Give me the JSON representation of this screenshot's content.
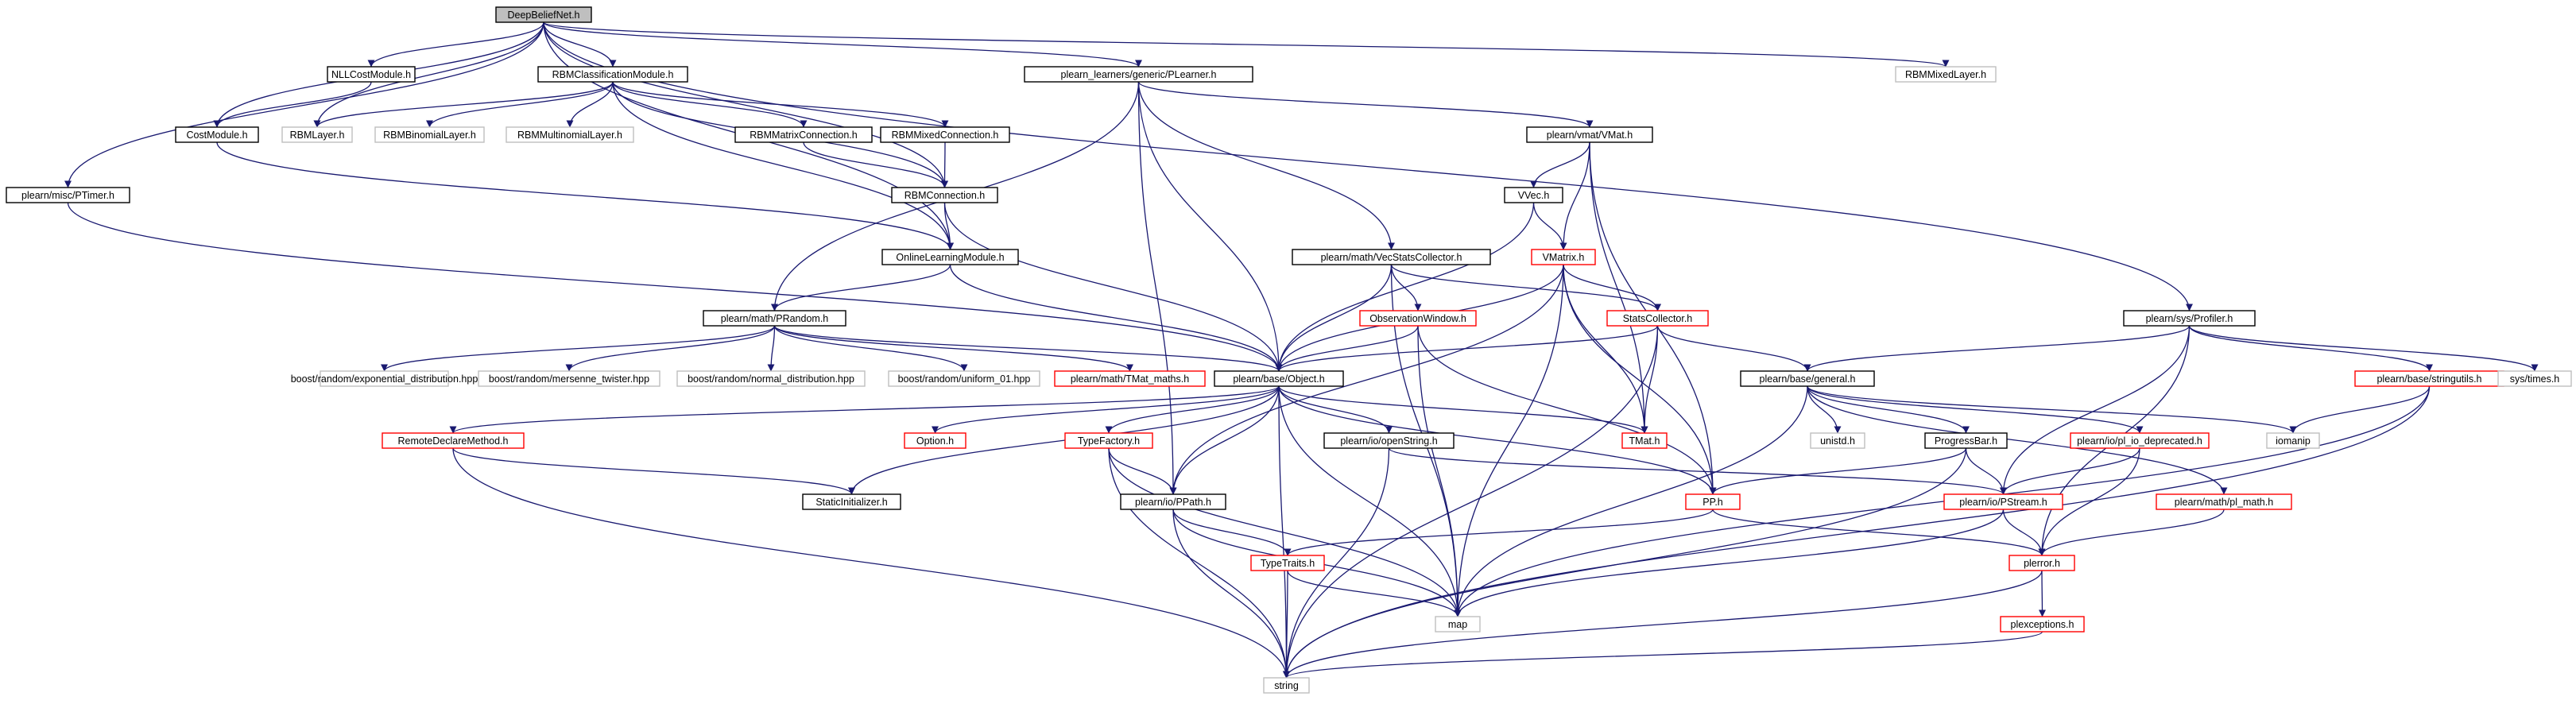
{
  "graph": {
    "colors": {
      "edge": "#191970",
      "root_fill": "#bfbfbf",
      "normal_border": "#000000",
      "missing_border": "#ff0000",
      "external_border": "#bfbfbf",
      "text": "#000000"
    },
    "nodes": [
      {
        "id": "deepbeliefnet",
        "label": "DeepBeliefNet.h",
        "kind": "root"
      },
      {
        "id": "nllcostmodule",
        "label": "NLLCostModule.h",
        "kind": "normal"
      },
      {
        "id": "rbmclassificationmodule",
        "label": "RBMClassificationModule.h",
        "kind": "normal"
      },
      {
        "id": "plearner",
        "label": "plearn_learners/generic/PLearner.h",
        "kind": "normal"
      },
      {
        "id": "rbmmixedlayer",
        "label": "RBMMixedLayer.h",
        "kind": "external"
      },
      {
        "id": "costmodule",
        "label": "CostModule.h",
        "kind": "normal"
      },
      {
        "id": "rbmlayer",
        "label": "RBMLayer.h",
        "kind": "external"
      },
      {
        "id": "rbmbinomiallayer",
        "label": "RBMBinomialLayer.h",
        "kind": "external"
      },
      {
        "id": "rbmmultinomiallayer",
        "label": "RBMMultinomialLayer.h",
        "kind": "external"
      },
      {
        "id": "rbmmatrixconnection",
        "label": "RBMMatrixConnection.h",
        "kind": "normal"
      },
      {
        "id": "rbmmixedconnection",
        "label": "RBMMixedConnection.h",
        "kind": "normal"
      },
      {
        "id": "vmat",
        "label": "plearn/vmat/VMat.h",
        "kind": "normal"
      },
      {
        "id": "ptimer",
        "label": "plearn/misc/PTimer.h",
        "kind": "normal"
      },
      {
        "id": "rbmconnection",
        "label": "RBMConnection.h",
        "kind": "normal"
      },
      {
        "id": "vvec",
        "label": "VVec.h",
        "kind": "normal"
      },
      {
        "id": "onlinelearningmodule",
        "label": "OnlineLearningModule.h",
        "kind": "normal"
      },
      {
        "id": "vecstatscollector",
        "label": "plearn/math/VecStatsCollector.h",
        "kind": "normal"
      },
      {
        "id": "vmatrix",
        "label": "VMatrix.h",
        "kind": "missing"
      },
      {
        "id": "profiler",
        "label": "plearn/sys/Profiler.h",
        "kind": "normal"
      },
      {
        "id": "prandom",
        "label": "plearn/math/PRandom.h",
        "kind": "normal"
      },
      {
        "id": "observationwindow",
        "label": "ObservationWindow.h",
        "kind": "missing"
      },
      {
        "id": "statscollector",
        "label": "StatsCollector.h",
        "kind": "missing"
      },
      {
        "id": "stringutils",
        "label": "plearn/base/stringutils.h",
        "kind": "missing"
      },
      {
        "id": "systimes",
        "label": "sys/times.h",
        "kind": "external"
      },
      {
        "id": "exponential",
        "label": "boost/random/exponential_distribution.hpp",
        "kind": "external"
      },
      {
        "id": "mersenne",
        "label": "boost/random/mersenne_twister.hpp",
        "kind": "external"
      },
      {
        "id": "normal",
        "label": "boost/random/normal_distribution.hpp",
        "kind": "external"
      },
      {
        "id": "uniform01",
        "label": "boost/random/uniform_01.hpp",
        "kind": "external"
      },
      {
        "id": "tmatmaths",
        "label": "plearn/math/TMat_maths.h",
        "kind": "missing"
      },
      {
        "id": "object",
        "label": "plearn/base/Object.h",
        "kind": "normal"
      },
      {
        "id": "general",
        "label": "plearn/base/general.h",
        "kind": "normal"
      },
      {
        "id": "remotedeclaremethod",
        "label": "RemoteDeclareMethod.h",
        "kind": "missing"
      },
      {
        "id": "option",
        "label": "Option.h",
        "kind": "missing"
      },
      {
        "id": "typefactory",
        "label": "TypeFactory.h",
        "kind": "missing"
      },
      {
        "id": "openstring",
        "label": "plearn/io/openString.h",
        "kind": "normal"
      },
      {
        "id": "tmat",
        "label": "TMat.h",
        "kind": "missing"
      },
      {
        "id": "unistd",
        "label": "unistd.h",
        "kind": "external"
      },
      {
        "id": "progressbar",
        "label": "ProgressBar.h",
        "kind": "normal"
      },
      {
        "id": "pliodeprecated",
        "label": "plearn/io/pl_io_deprecated.h",
        "kind": "missing"
      },
      {
        "id": "iomanip",
        "label": "iomanip",
        "kind": "external"
      },
      {
        "id": "staticinitializer",
        "label": "StaticInitializer.h",
        "kind": "normal"
      },
      {
        "id": "ppath",
        "label": "plearn/io/PPath.h",
        "kind": "normal"
      },
      {
        "id": "pp",
        "label": "PP.h",
        "kind": "missing"
      },
      {
        "id": "pstream",
        "label": "plearn/io/PStream.h",
        "kind": "missing"
      },
      {
        "id": "plmath",
        "label": "plearn/math/pl_math.h",
        "kind": "missing"
      },
      {
        "id": "typetraits",
        "label": "TypeTraits.h",
        "kind": "missing"
      },
      {
        "id": "plerror",
        "label": "plerror.h",
        "kind": "missing"
      },
      {
        "id": "map",
        "label": "map",
        "kind": "external"
      },
      {
        "id": "plexceptions",
        "label": "plexceptions.h",
        "kind": "missing"
      },
      {
        "id": "string",
        "label": "string",
        "kind": "external"
      }
    ],
    "edges": [
      [
        "deepbeliefnet",
        "nllcostmodule"
      ],
      [
        "deepbeliefnet",
        "rbmclassificationmodule"
      ],
      [
        "deepbeliefnet",
        "plearner"
      ],
      [
        "deepbeliefnet",
        "rbmmixedlayer"
      ],
      [
        "deepbeliefnet",
        "costmodule"
      ],
      [
        "deepbeliefnet",
        "rbmlayer"
      ],
      [
        "deepbeliefnet",
        "ptimer"
      ],
      [
        "deepbeliefnet",
        "rbmconnection"
      ],
      [
        "deepbeliefnet",
        "onlinelearningmodule"
      ],
      [
        "deepbeliefnet",
        "profiler"
      ],
      [
        "nllcostmodule",
        "costmodule"
      ],
      [
        "costmodule",
        "onlinelearningmodule"
      ],
      [
        "rbmclassificationmodule",
        "rbmlayer"
      ],
      [
        "rbmclassificationmodule",
        "rbmbinomiallayer"
      ],
      [
        "rbmclassificationmodule",
        "rbmmultinomiallayer"
      ],
      [
        "rbmclassificationmodule",
        "rbmmatrixconnection"
      ],
      [
        "rbmclassificationmodule",
        "rbmmixedconnection"
      ],
      [
        "rbmclassificationmodule",
        "rbmconnection"
      ],
      [
        "rbmclassificationmodule",
        "onlinelearningmodule"
      ],
      [
        "rbmmatrixconnection",
        "rbmconnection"
      ],
      [
        "rbmmixedconnection",
        "rbmconnection"
      ],
      [
        "rbmconnection",
        "onlinelearningmodule"
      ],
      [
        "rbmconnection",
        "object"
      ],
      [
        "onlinelearningmodule",
        "prandom"
      ],
      [
        "onlinelearningmodule",
        "object"
      ],
      [
        "ptimer",
        "object"
      ],
      [
        "plearner",
        "vmat"
      ],
      [
        "plearner",
        "vecstatscollector"
      ],
      [
        "plearner",
        "prandom"
      ],
      [
        "plearner",
        "object"
      ],
      [
        "plearner",
        "ppath"
      ],
      [
        "vmat",
        "vvec"
      ],
      [
        "vmat",
        "vmatrix"
      ],
      [
        "vmat",
        "tmat"
      ],
      [
        "vmat",
        "pp"
      ],
      [
        "vvec",
        "vmatrix"
      ],
      [
        "vvec",
        "object"
      ],
      [
        "vecstatscollector",
        "observationwindow"
      ],
      [
        "vecstatscollector",
        "statscollector"
      ],
      [
        "vecstatscollector",
        "object"
      ],
      [
        "vecstatscollector",
        "map"
      ],
      [
        "vmatrix",
        "statscollector"
      ],
      [
        "vmatrix",
        "object"
      ],
      [
        "vmatrix",
        "tmat"
      ],
      [
        "vmatrix",
        "pp"
      ],
      [
        "vmatrix",
        "map"
      ],
      [
        "vmatrix",
        "ppath"
      ],
      [
        "observationwindow",
        "object"
      ],
      [
        "observationwindow",
        "pp"
      ],
      [
        "observationwindow",
        "map"
      ],
      [
        "statscollector",
        "object"
      ],
      [
        "statscollector",
        "general"
      ],
      [
        "statscollector",
        "tmat"
      ],
      [
        "statscollector",
        "string"
      ],
      [
        "profiler",
        "general"
      ],
      [
        "profiler",
        "stringutils"
      ],
      [
        "profiler",
        "systimes"
      ],
      [
        "profiler",
        "pstream"
      ],
      [
        "profiler",
        "plerror"
      ],
      [
        "stringutils",
        "iomanip"
      ],
      [
        "stringutils",
        "map"
      ],
      [
        "stringutils",
        "string"
      ],
      [
        "prandom",
        "exponential"
      ],
      [
        "prandom",
        "mersenne"
      ],
      [
        "prandom",
        "normal"
      ],
      [
        "prandom",
        "uniform01"
      ],
      [
        "prandom",
        "tmatmaths"
      ],
      [
        "prandom",
        "object"
      ],
      [
        "object",
        "remotedeclaremethod"
      ],
      [
        "object",
        "option"
      ],
      [
        "object",
        "typefactory"
      ],
      [
        "object",
        "openstring"
      ],
      [
        "object",
        "tmat"
      ],
      [
        "object",
        "staticinitializer"
      ],
      [
        "object",
        "ppath"
      ],
      [
        "object",
        "pp"
      ],
      [
        "object",
        "map"
      ],
      [
        "object",
        "string"
      ],
      [
        "general",
        "unistd"
      ],
      [
        "general",
        "progressbar"
      ],
      [
        "general",
        "pliodeprecated"
      ],
      [
        "general",
        "iomanip"
      ],
      [
        "general",
        "plmath"
      ],
      [
        "general",
        "map"
      ],
      [
        "remotedeclaremethod",
        "staticinitializer"
      ],
      [
        "remotedeclaremethod",
        "string"
      ],
      [
        "typefactory",
        "ppath"
      ],
      [
        "typefactory",
        "map"
      ],
      [
        "typefactory",
        "string"
      ],
      [
        "openstring",
        "pstream"
      ],
      [
        "openstring",
        "string"
      ],
      [
        "progressbar",
        "pp"
      ],
      [
        "progressbar",
        "pstream"
      ],
      [
        "progressbar",
        "string"
      ],
      [
        "pliodeprecated",
        "pstream"
      ],
      [
        "pliodeprecated",
        "plerror"
      ],
      [
        "ppath",
        "typetraits"
      ],
      [
        "ppath",
        "map"
      ],
      [
        "ppath",
        "string"
      ],
      [
        "pp",
        "typetraits"
      ],
      [
        "pp",
        "plerror"
      ],
      [
        "pstream",
        "plerror"
      ],
      [
        "pstream",
        "map"
      ],
      [
        "plmath",
        "plerror"
      ],
      [
        "typetraits",
        "map"
      ],
      [
        "typetraits",
        "string"
      ],
      [
        "plerror",
        "plexceptions"
      ],
      [
        "plerror",
        "string"
      ],
      [
        "plexceptions",
        "string"
      ]
    ]
  }
}
